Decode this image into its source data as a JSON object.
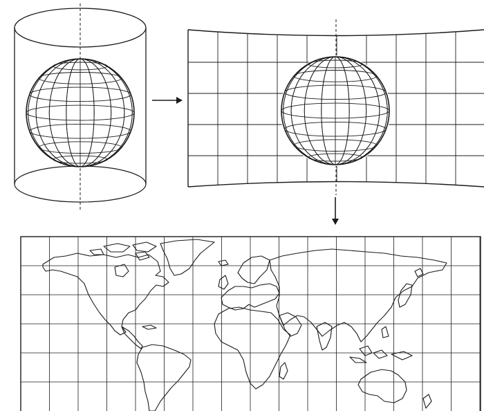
{
  "diagram": {
    "stages": [
      {
        "id": "cylinder",
        "description_text": ""
      },
      {
        "id": "unrolled-cylinder",
        "description_text": ""
      },
      {
        "id": "world-map",
        "description_text": ""
      }
    ],
    "colors": {
      "ink": "#1a1a1a",
      "paper": "#ffffff"
    },
    "icons": [
      "arrow-right-icon",
      "arrow-down-icon",
      "globe-icon"
    ]
  }
}
